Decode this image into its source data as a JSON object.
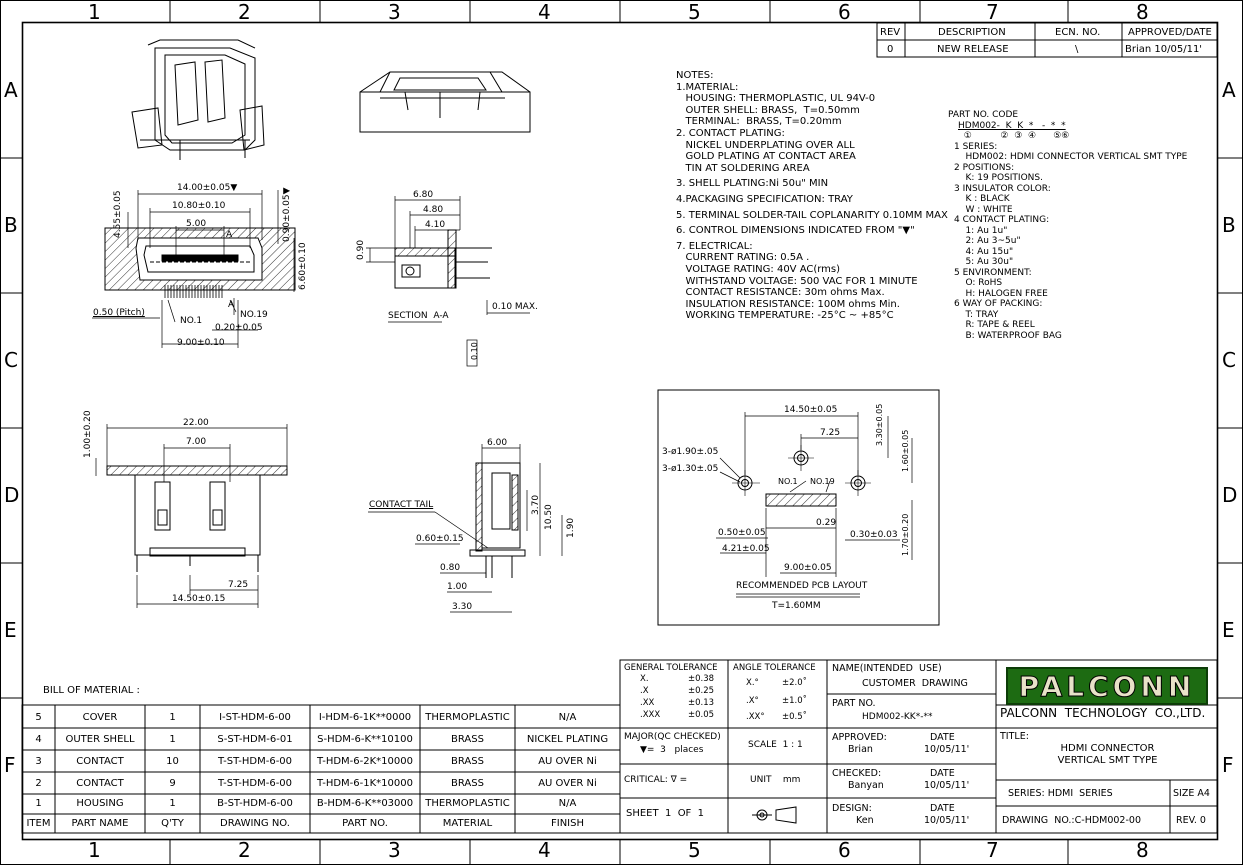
{
  "zone_columns": [
    "1",
    "2",
    "3",
    "4",
    "5",
    "6",
    "7",
    "8"
  ],
  "zone_rows": [
    "A",
    "B",
    "C",
    "D",
    "E",
    "F"
  ],
  "revision": {
    "headers": [
      "REV",
      "DESCRIPTION",
      "ECN. NO.",
      "APPROVED/DATE"
    ],
    "row": [
      "0",
      "NEW RELEASE",
      "\\",
      "Brian  10/05/11'"
    ]
  },
  "notes": [
    "NOTES:",
    "1.MATERIAL:",
    "   HOUSING: THERMOPLASTIC, UL 94V-0",
    "   OUTER SHELL: BRASS,  T=0.50mm",
    "   TERMINAL:  BRASS, T=0.20mm",
    "2. CONTACT PLATING:",
    "   NICKEL UNDERPLATING OVER ALL",
    "   GOLD PLATING AT CONTACT AREA",
    "   TIN AT SOLDERING AREA",
    "3. SHELL PLATING:Ni 50u\" MIN",
    "4.PACKAGING SPECIFICATION: TRAY",
    "5. TERMINAL SOLDER-TAIL COPLANARITY 0.10MM MAX",
    "6. CONTROL DIMENSIONS INDICATED FROM \"▼\"",
    "7. ELECTRICAL:",
    "   CURRENT RATING: 0.5A .",
    "   VOLTAGE RATING: 40V AC(rms)",
    "   WITHSTAND VOLTAGE: 500 VAC FOR 1 MINUTE",
    "   CONTACT RESISTANCE: 30m ohms Max.",
    "   INSULATION RESISTANCE: 100M ohms Min.",
    "   WORKING TEMPERATURE: -25°C ~ +85°C"
  ],
  "part_code": {
    "title": "PART NO. CODE",
    "code": "HDM002-  K  K  *   -  *  *",
    "indices": "  ①          ②  ③  ④      ⑤⑥",
    "lines": [
      "1 SERIES:",
      "    HDM002: HDMI CONNECTOR VERTICAL SMT TYPE",
      "2 POSITIONS:",
      "    K: 19 POSITIONS.",
      "3 INSULATOR COLOR:",
      "    K : BLACK",
      "    W : WHITE",
      "4 CONTACT PLATING:",
      "    1: Au 1u\"",
      "    2: Au 3~5u\"",
      "    4: Au 15u\"",
      "    5: Au 30u\"",
      "5 ENVIRONMENT:",
      "    O: RoHS",
      "    H: HALOGEN FREE",
      "6 WAY OF PACKING:",
      "    T: TRAY",
      "    R: TAPE & REEL",
      "    B: WATERPROOF BAG"
    ]
  },
  "dims": {
    "front": [
      "14.00±0.05▼",
      "10.80±0.10",
      "5.00",
      "A",
      "A",
      "4.55±0.05",
      "0.90±0.05▼",
      "6.60±0.10",
      "0.50 (Pitch)",
      "NO.1",
      "NO.19",
      "0.20±0.05",
      "9.00±0.10"
    ],
    "section": [
      "6.80",
      "4.80",
      "4.10",
      "0.90",
      "SECTION  A-A",
      "0.10 MAX.",
      "0.10"
    ],
    "bottom": [
      "22.00",
      "7.00",
      "1.00±0.20",
      "7.25",
      "14.50±0.15"
    ],
    "side": [
      "6.00",
      "CONTACT TAIL",
      "0.60±0.15",
      "3.70",
      "10.50",
      "1.90",
      "0.80",
      "1.00",
      "3.30"
    ],
    "pcb": [
      "14.50±0.05",
      "7.25",
      "3.30±0.05",
      "1.60±0.05",
      "3-ø1.90±.05",
      "3-ø1.30±.05",
      "NO.1",
      "NO.19",
      "0.29",
      "0.50±0.05",
      "4.21±0.05",
      "0.30±0.03",
      "1.70±0.20",
      "9.00±0.05",
      "RECOMMENDED PCB LAYOUT",
      "T=1.60MM"
    ]
  },
  "bom": {
    "title": "BILL OF MATERIAL :",
    "headers": [
      "ITEM",
      "PART NAME",
      "Q'TY",
      "DRAWING NO.",
      "PART NO.",
      "MATERIAL",
      "FINISH"
    ],
    "rows": [
      [
        "5",
        "COVER",
        "1",
        "I-ST-HDM-6-00",
        "I-HDM-6-1K**0000",
        "THERMOPLASTIC",
        "N/A"
      ],
      [
        "4",
        "OUTER SHELL",
        "1",
        "S-ST-HDM-6-01",
        "S-HDM-6-K**10100",
        "BRASS",
        "NICKEL PLATING"
      ],
      [
        "3",
        "CONTACT",
        "10",
        "T-ST-HDM-6-00",
        "T-HDM-6-2K*10000",
        "BRASS",
        "AU OVER Ni"
      ],
      [
        "2",
        "CONTACT",
        "9",
        "T-ST-HDM-6-00",
        "T-HDM-6-1K*10000",
        "BRASS",
        "AU OVER Ni"
      ],
      [
        "1",
        "HOUSING",
        "1",
        "B-ST-HDM-6-00",
        "B-HDM-6-K**03000",
        "THERMOPLASTIC",
        "N/A"
      ]
    ]
  },
  "title_block": {
    "general_tolerance": [
      "GENERAL TOLERANCE",
      "X.",
      "±0.38",
      ".X",
      "±0.25",
      ".XX",
      "±0.13",
      ".XXX",
      "±0.05"
    ],
    "angle_tolerance": [
      "ANGLE TOLERANCE",
      "X.°",
      "±2.0˚",
      ".X°",
      "±1.0˚",
      ".XX°",
      "±0.5˚"
    ],
    "major": "MAJOR(QC CHECKED)",
    "major_places": "▼=  3   places",
    "critical": "CRITICAL: ∇ =",
    "sheet": "SHEET  1  OF  1",
    "scale": "SCALE  1 : 1",
    "unit": "UNIT    mm",
    "name_label": "NAME(INTENDED  USE)",
    "name_value": "CUSTOMER  DRAWING",
    "part_no_label": "PART NO.",
    "part_no_value": "HDM002-KK*-**",
    "approved_label": "APPROVED:",
    "approved_name": "Brian",
    "checked_label": "CHECKED:",
    "checked_name": "Banyan",
    "design_label": "DESIGN:",
    "design_name": "Ken",
    "date_label": "DATE",
    "date_value": "10/05/11'",
    "logo_text": "PALCONN",
    "company": "PALCONN  TECHNOLOGY  CO.,LTD.",
    "title_label": "TITLE:",
    "title_line1": "HDMI  CONNECTOR",
    "title_line2": "VERTICAL  SMT  TYPE",
    "series": "SERIES: HDMI  SERIES",
    "size": "SIZE A4",
    "drawing_no": "DRAWING  NO.:C-HDM002-00",
    "rev": "REV. 0"
  }
}
